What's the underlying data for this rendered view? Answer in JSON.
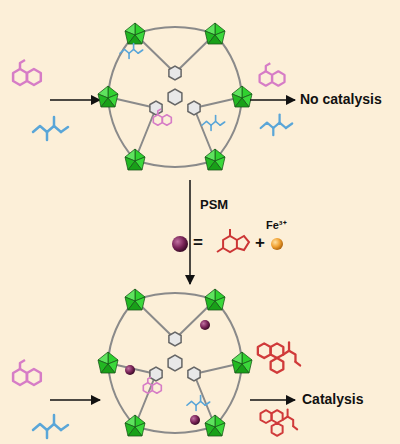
{
  "diagram": {
    "labels": [
      "No catalysis",
      "PSM",
      "=",
      "+",
      "Fe³⁺",
      "Catalysis"
    ]
  }
}
